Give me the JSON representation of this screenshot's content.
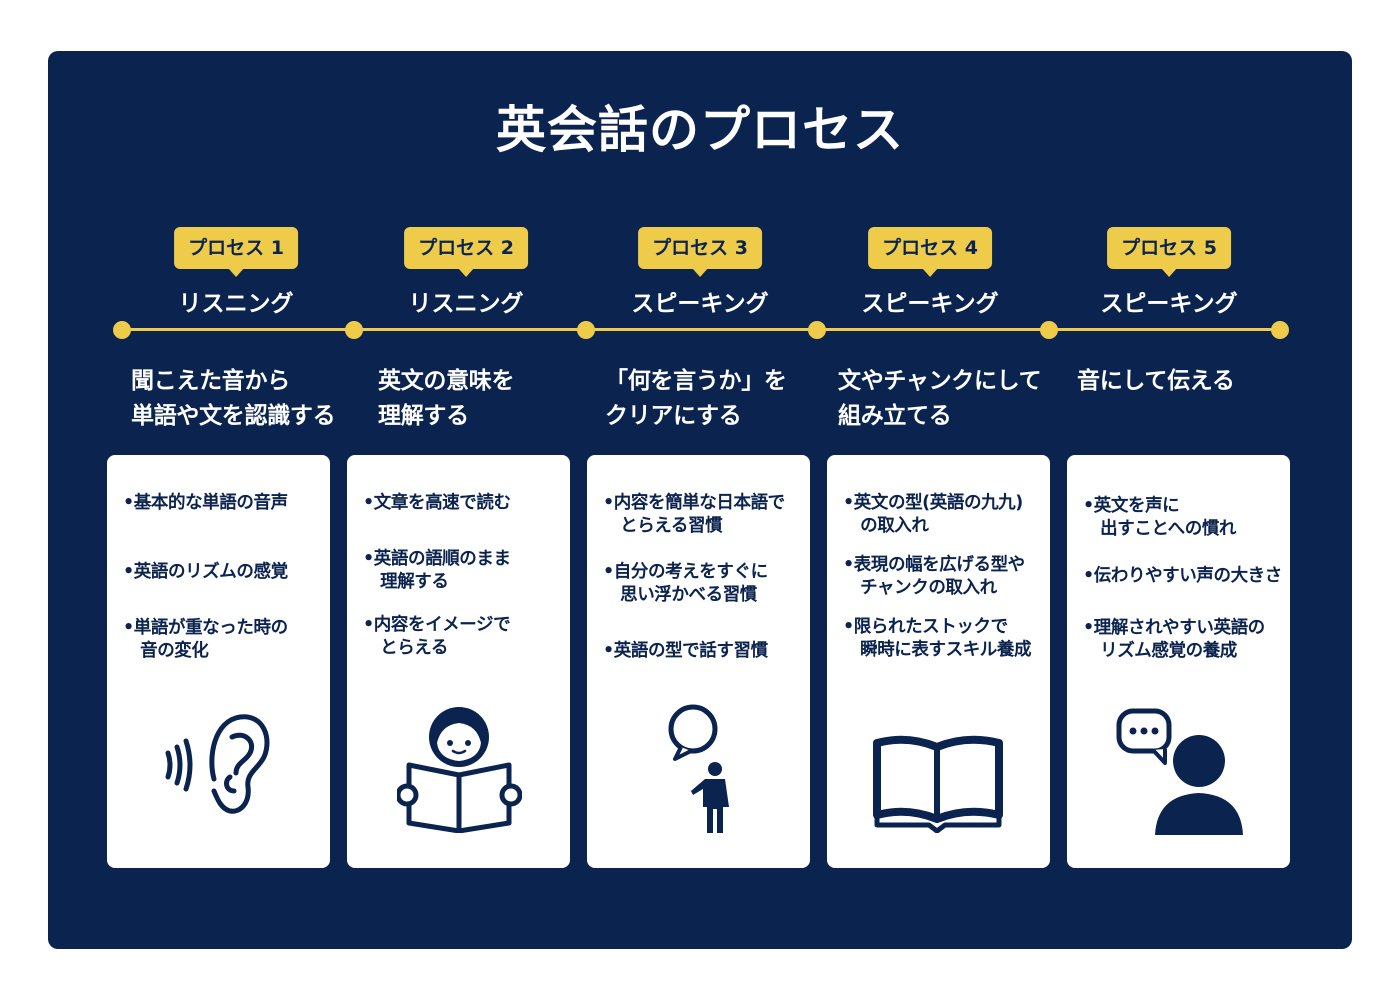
{
  "title": "英会話のプロセス",
  "colors": {
    "background": "#0b234f",
    "accent": "#efcb4a",
    "card": "#ffffff"
  },
  "steps": [
    {
      "badge": "プロセス 1",
      "label": "リスニング",
      "heading": "聞こえた音から\n単語や文を認識する",
      "bullets": [
        "•基本的な単語の音声",
        "•英語のリズムの感覚",
        "•単語が重なった時の\n　音の変化"
      ],
      "icon": "ear-sound-icon"
    },
    {
      "badge": "プロセス 2",
      "label": "リスニング",
      "heading": "英文の意味を\n理解する",
      "bullets": [
        "•文章を高速で読む",
        "•英語の語順のまま\n　理解する",
        "•内容をイメージで\n　とらえる"
      ],
      "icon": "person-reading-icon"
    },
    {
      "badge": "プロセス 3",
      "label": "スピーキング",
      "heading": "「何を言うか」を\nクリアにする",
      "bullets": [
        "•内容を簡単な日本語で\n　とらえる習慣",
        "•自分の考えをすぐに\n　思い浮かべる習慣",
        "•英語の型で話す習慣"
      ],
      "icon": "person-thought-bubble-icon"
    },
    {
      "badge": "プロセス 4",
      "label": "スピーキング",
      "heading": "文やチャンクにして\n組み立てる",
      "bullets": [
        "•英文の型(英語の九九)\n　の取入れ",
        "•表現の幅を広げる型や\n　チャンクの取入れ",
        "•限られたストックで\n　瞬時に表すスキル養成"
      ],
      "icon": "open-book-icon"
    },
    {
      "badge": "プロセス 5",
      "label": "スピーキング",
      "heading": "音にして伝える",
      "bullets": [
        "•英文を声に\n　出すことへの慣れ",
        "•伝わりやすい声の大きさ",
        "•理解されやすい英語の\n　リズム感覚の養成"
      ],
      "icon": "person-speech-bubble-icon"
    }
  ]
}
